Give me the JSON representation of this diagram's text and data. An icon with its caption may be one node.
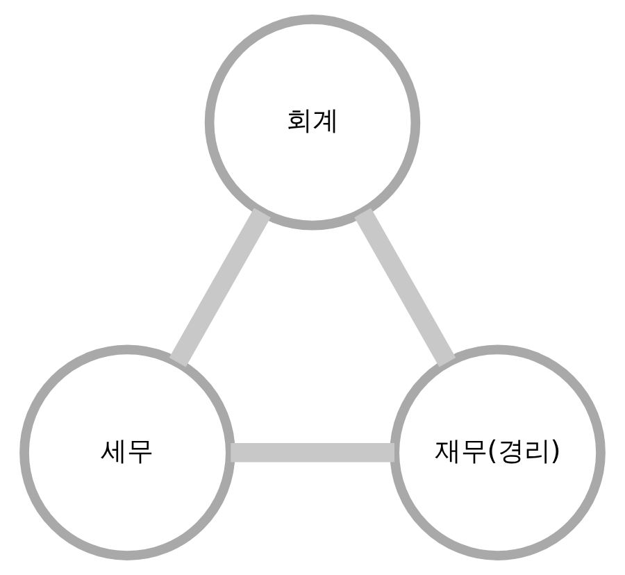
{
  "diagram": {
    "nodes": [
      {
        "text": [
          "회계"
        ]
      },
      {
        "text": [
          "재무(경리)"
        ]
      },
      {
        "text": [
          "세무"
        ]
      }
    ],
    "edges": [
      {
        "from": 0,
        "to": 2,
        "arrow": "none"
      },
      {
        "from": 2,
        "to": 1,
        "arrow": "none"
      },
      {
        "from": 1,
        "to": 0,
        "arrow": "none"
      }
    ]
  }
}
